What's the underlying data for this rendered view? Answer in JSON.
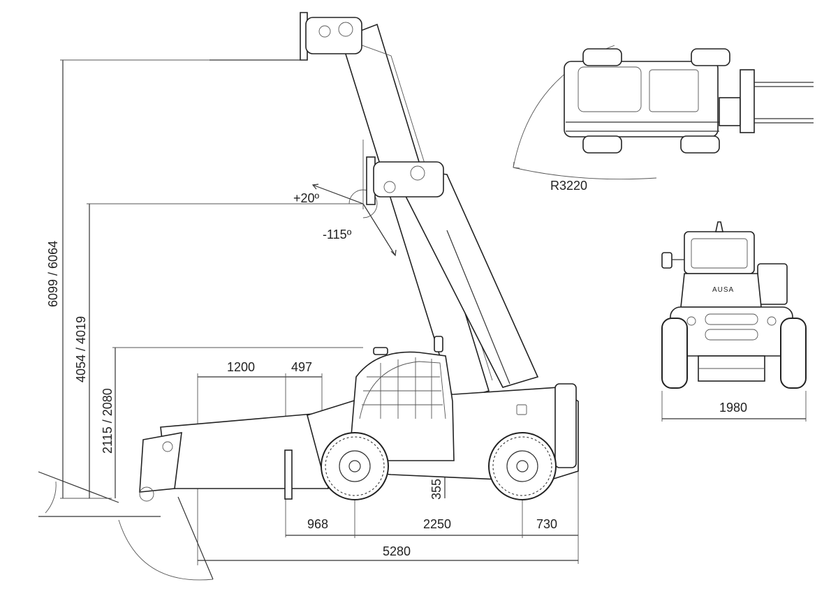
{
  "colors": {
    "line": "#333333",
    "background": "#ffffff",
    "text": "#222222"
  },
  "dimensions": {
    "max_height": "6099 / 6064",
    "mid_height": "4054 / 4019",
    "low_height": "2115 / 2080",
    "fork_offset": "1200",
    "front_offset": "497",
    "ground_clearance": "355",
    "front_overhang": "968",
    "wheelbase": "2250",
    "rear_overhang": "730",
    "overall_length": "5280",
    "tilt_up": "+20º",
    "tilt_down": "-115º",
    "turning_radius": "R3220",
    "overall_width": "1980"
  },
  "front_view": {
    "brand": "AUSA"
  }
}
